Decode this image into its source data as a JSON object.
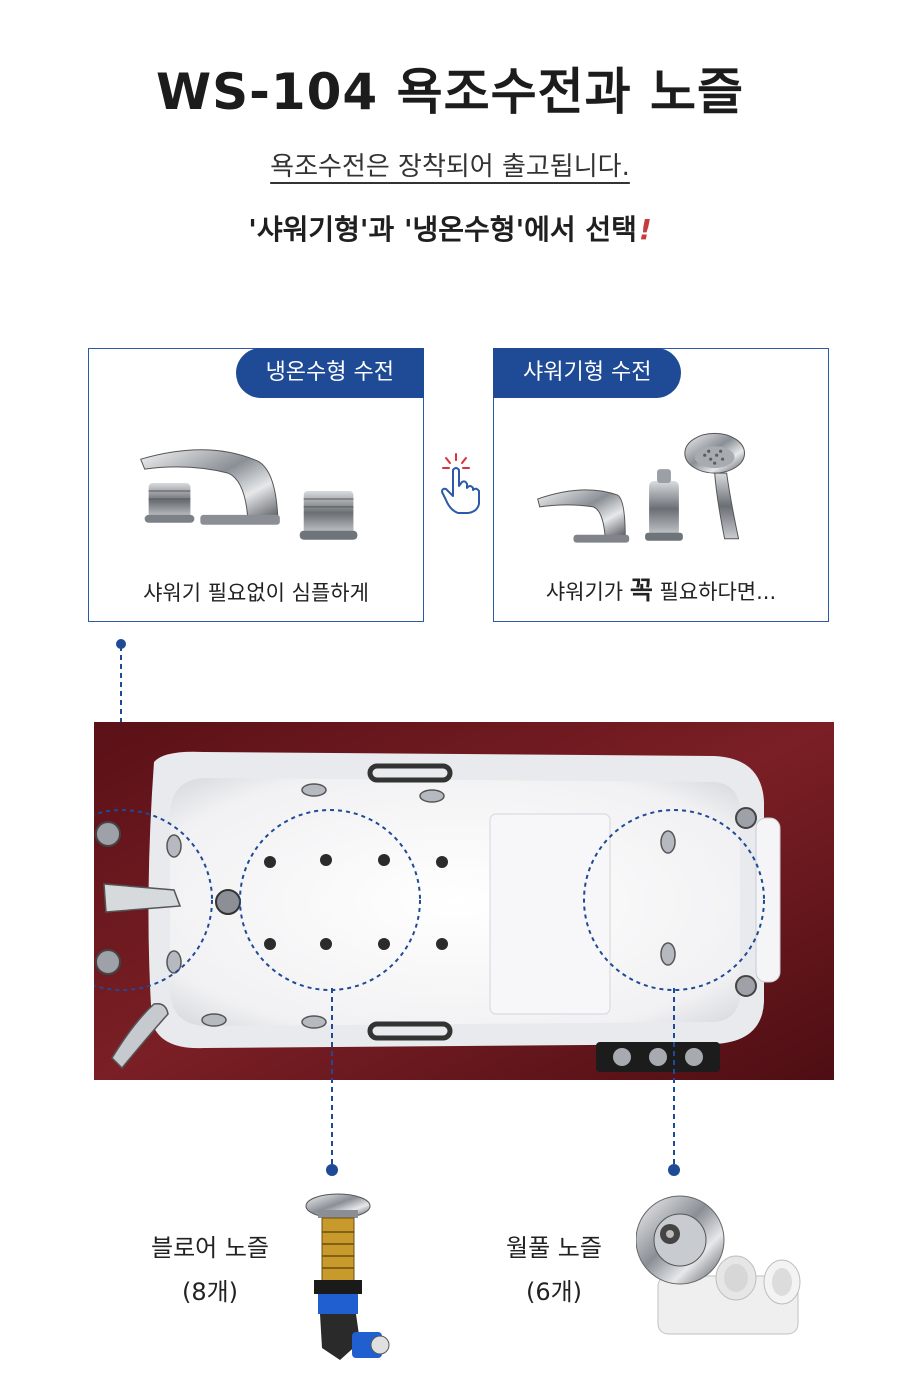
{
  "header": {
    "title": "WS-104 욕조수전과 노즐",
    "subtitle": "욕조수전은 장착되어 출고됩니다.",
    "select_text": "'샤워기형'과 '냉온수형'에서 선택",
    "select_bang": "!"
  },
  "cards": {
    "cold_hot": {
      "pill": "냉온수형 수전",
      "caption": "샤워기 필요없이 심플하게"
    },
    "shower": {
      "pill": "샤워기형 수전",
      "caption_pre": "샤워기가 ",
      "caption_bold": "꼭",
      "caption_post": " 필요하다면..."
    }
  },
  "nozzles": {
    "blower": {
      "name": "블로어 노즐",
      "count": "(8개)"
    },
    "whirlpool": {
      "name": "월풀 노즐",
      "count": "(6개)"
    }
  },
  "colors": {
    "accent_blue": "#1e4a96",
    "tub_frame": "#6e1a1f",
    "dot_line": "#2d5aa8"
  }
}
